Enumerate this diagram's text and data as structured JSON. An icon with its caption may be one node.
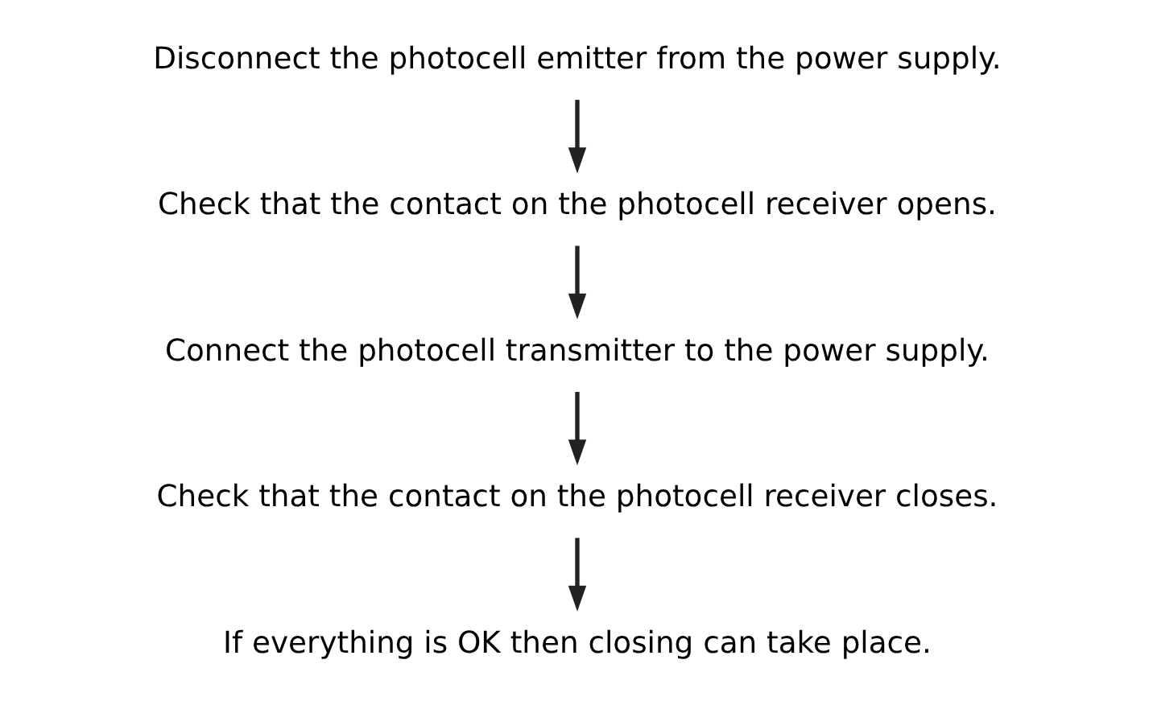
{
  "diagram": {
    "nodes": [
      {
        "text": [
          "Disconnect the photocell emitter from the power supply."
        ]
      },
      {
        "text": [
          "Check that the contact on the photocell receiver opens."
        ]
      },
      {
        "text": [
          "Connect the photocell transmitter to the power supply."
        ]
      },
      {
        "text": [
          "Check that the contact on the photocell receiver closes."
        ]
      },
      {
        "text": [
          "If everything is OK then closing can take place."
        ]
      }
    ],
    "edges": [
      {
        "from": 0,
        "to": 1,
        "arrow": "to"
      },
      {
        "from": 1,
        "to": 2,
        "arrow": "to"
      },
      {
        "from": 2,
        "to": 3,
        "arrow": "to"
      },
      {
        "from": 3,
        "to": 4,
        "arrow": "to"
      }
    ]
  }
}
